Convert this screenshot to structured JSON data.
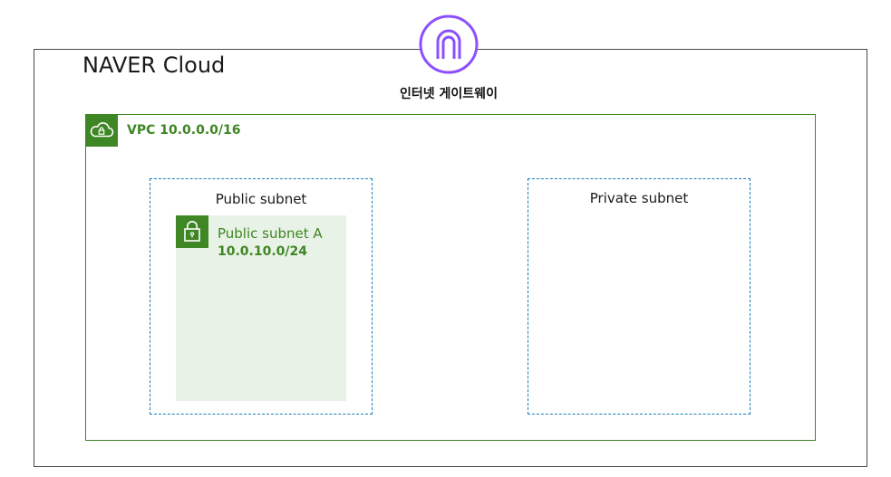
{
  "cloud": {
    "title": "NAVER Cloud"
  },
  "internet_gateway": {
    "label": "인터넷 게이트웨이",
    "icon": "internet-gateway-icon"
  },
  "vpc": {
    "label": "VPC 10.0.0.0/16",
    "icon": "cloud-lock-icon"
  },
  "public_group": {
    "label": "Public subnet",
    "subnets": [
      {
        "name": "Public subnet A",
        "cidr": "10.0.10.0/24",
        "icon": "padlock-icon"
      }
    ]
  },
  "private_group": {
    "label": "Private subnet"
  },
  "colors": {
    "vpc_green": "#3f8624",
    "subnet_fill": "#e9f2e6",
    "group_border_blue": "#147eba",
    "gateway_purple": "#8c4fff",
    "frame_gray": "#444a52"
  }
}
